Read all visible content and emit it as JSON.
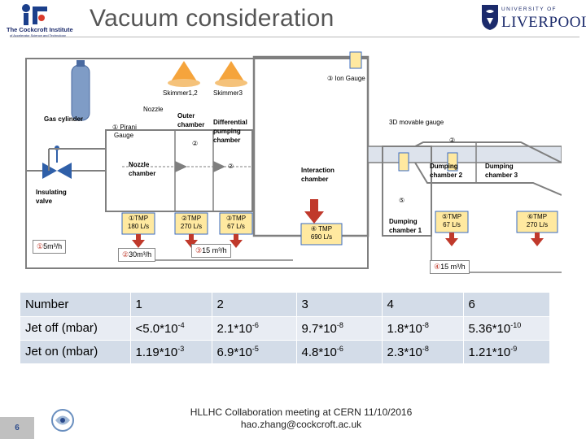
{
  "header": {
    "title": "Vacuum consideration",
    "left_logo": {
      "name": "The Cockcroft Institute",
      "tagline": "of Accelerator Science and Technology"
    },
    "right_logo": {
      "university_line": "UNIVERSITY OF",
      "name_line": "LIVERPOOL"
    }
  },
  "diagram": {
    "labels": {
      "gas_cylinder": "Gas cylinder",
      "insulating_valve_1": "Insulating",
      "insulating_valve_2": "valve",
      "pirani_1": "① Pirani",
      "pirani_2": "Gauge",
      "nozzle_top": "Nozzle",
      "skimmer_12": "Skimmer1,2",
      "skimmer_3": "Skimmer3",
      "outer_1": "Outer",
      "outer_2": "chamber",
      "diff_1": "Differential",
      "diff_2": "pumping",
      "diff_3": "chamber",
      "nozzle_ch_1": "Nozzle",
      "nozzle_ch_2": "chamber",
      "interaction_1": "Interaction",
      "interaction_2": "chamber",
      "ion_gauge": "③ Ion Gauge",
      "gauge_3d": "3D movable gauge",
      "dump1_1": "Dumping",
      "dump1_2": "chamber 1",
      "dump2_1": "Dumping",
      "dump2_2": "chamber 2",
      "dump3_1": "Dumping",
      "dump3_2": "chamber 3",
      "n2": "②",
      "n2b": "②",
      "n5": "⑤",
      "n6": "⑥",
      "tmp1_1": "①TMP",
      "tmp1_2": "180 L/s",
      "tmp2_1": "②TMP",
      "tmp2_2": "270 L/s",
      "tmp3_1": "③TMP",
      "tmp3_2": "67 L/s",
      "tmp4_1": "④ TMP",
      "tmp4_2": "690 L/s",
      "tmp5_1": "⑤TMP",
      "tmp5_2": "67 L/s",
      "tmp6_1": "⑥TMP",
      "tmp6_2": "270 L/s"
    },
    "pumps": {
      "p1": {
        "num": "①",
        "text": "5m³/h"
      },
      "p2": {
        "num": "②",
        "text": "30m³/h"
      },
      "p3": {
        "num": "③",
        "text": "15 m³/h"
      },
      "p4": {
        "num": "④",
        "text": "15 m³/h"
      }
    },
    "colors": {
      "chamber_line": "#7f7f7f",
      "pipe_fill": "#dde3ec",
      "tmp_fill": "#ffe9a0",
      "tmp_stroke": "#3a6bc2",
      "arrow": "#c0392b",
      "gas_cylinder": "#7f9cc6",
      "skimmer": "#f5a43c"
    }
  },
  "table": {
    "rows": [
      {
        "label": "Number",
        "cells": [
          {
            "v": "1"
          },
          {
            "v": "2"
          },
          {
            "v": "3"
          },
          {
            "v": "4"
          },
          {
            "v": "6"
          }
        ]
      },
      {
        "label": "Jet off (mbar)",
        "cells": [
          {
            "v": "<5.0*10",
            "e": "-4"
          },
          {
            "v": "2.1*10",
            "e": "-6"
          },
          {
            "v": "9.7*10",
            "e": "-8"
          },
          {
            "v": "1.8*10",
            "e": "-8"
          },
          {
            "v": "5.36*10",
            "e": "-10"
          }
        ]
      },
      {
        "label": "Jet on (mbar)",
        "cells": [
          {
            "v": "1.19*10",
            "e": "-3"
          },
          {
            "v": "6.9*10",
            "e": "-5"
          },
          {
            "v": "4.8*10",
            "e": "-6"
          },
          {
            "v": "2.3*10",
            "e": "-8"
          },
          {
            "v": "1.21*10",
            "e": "-9"
          }
        ]
      }
    ]
  },
  "footer": {
    "page_number": "6",
    "line1": "HLLHC Collaboration meeting at CERN 11/10/2016",
    "line2": "hao.zhang@cockcroft.ac.uk"
  }
}
